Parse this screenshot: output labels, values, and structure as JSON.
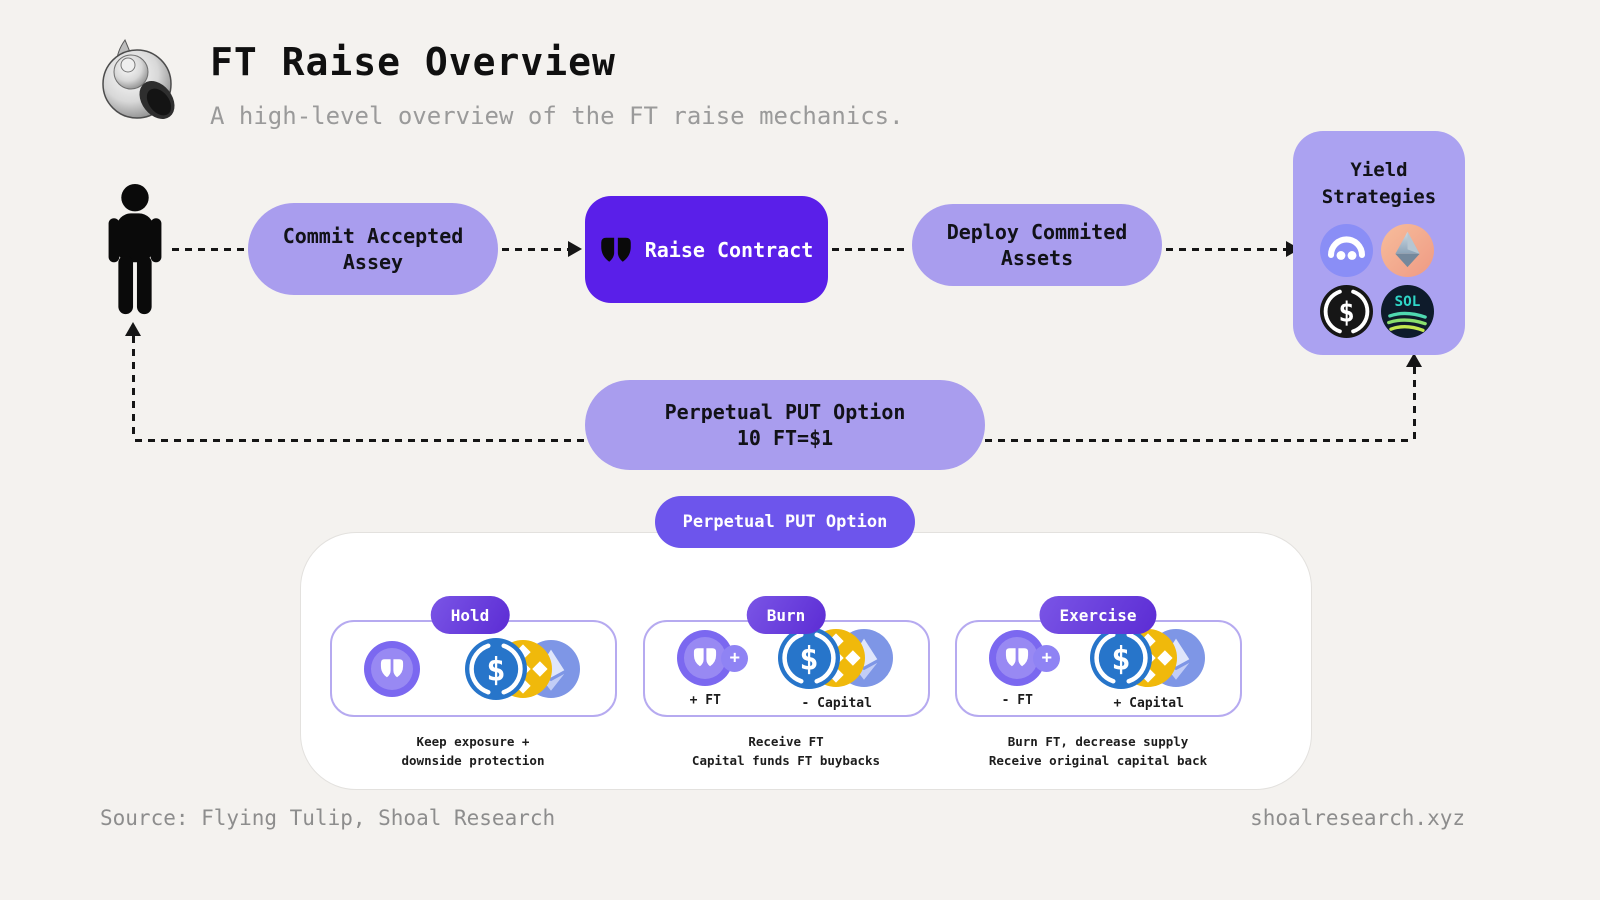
{
  "colors": {
    "background": "#f4f2ef",
    "raise_contract_purple": "#5a1fe9",
    "light_purple_pill": "#a99dee",
    "yield_box_purple": "#aba2f1",
    "option_pill_purple": "#6d55ec",
    "badge_gradient": [
      "#7a55e6",
      "#5c2cd4"
    ],
    "card_border": "#b6aaf0",
    "usdc_blue": "#2775ca",
    "bnb_yellow": "#f0b90b",
    "eth_periwinkle": "#7e96e6",
    "dash_black": "#151515"
  },
  "header": {
    "logo_icon": "shell-logo",
    "title": "FT Raise Overview",
    "subtitle": "A high-level overview of the FT raise mechanics."
  },
  "flow": {
    "actor_icon": "person-icon",
    "commit": {
      "line1": "Commit Accepted",
      "line2": "Assey"
    },
    "raise": {
      "icon": "flying-tulip-icon",
      "label": "Raise Contract"
    },
    "deploy": {
      "line1": "Deploy Commited",
      "line2": "Assets"
    },
    "yield": {
      "line1": "Yield",
      "line2": "Strategies",
      "icons": [
        "bridge-protocol-icon",
        "lido-icon",
        "usdc-dark-icon",
        "sol-yield-icon"
      ]
    },
    "put_option": {
      "line1": "Perpetual PUT Option",
      "line2": "10 FT=$1"
    }
  },
  "options": {
    "title": "Perpetual PUT Option",
    "branches": [
      {
        "badge": "Hold",
        "ft_label": "",
        "capital_label": "",
        "caption1": "Keep exposure +",
        "caption2": "downside protection"
      },
      {
        "badge": "Burn",
        "plus": "+",
        "ft_label": "+ FT",
        "capital_label": "- Capital",
        "caption1": "Receive FT",
        "caption2": "Capital funds FT buybacks"
      },
      {
        "badge": "Exercise",
        "plus": "+",
        "ft_label": "- FT",
        "capital_label": "+ Capital",
        "caption1": "Burn FT, decrease supply",
        "caption2": "Receive original capital back"
      }
    ]
  },
  "icons": {
    "usdc_symbol": "$",
    "sol_label": "SOL"
  },
  "footer": {
    "source": "Source: Flying Tulip, Shoal Research",
    "site": "shoalresearch.xyz"
  }
}
